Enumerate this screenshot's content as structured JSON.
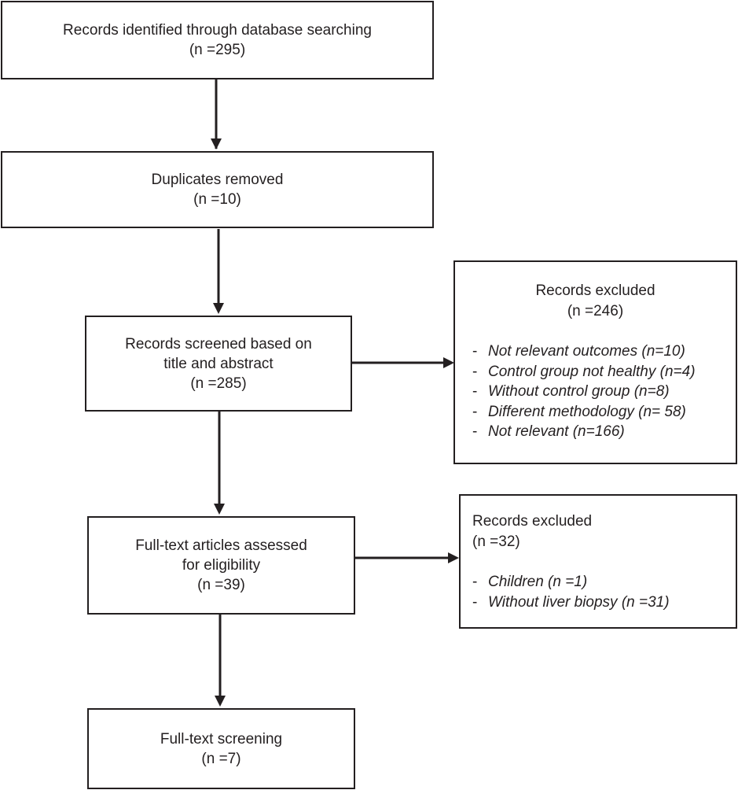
{
  "flow": {
    "identified": {
      "line1": "Records identified through database searching",
      "count": "(n =295)"
    },
    "duplicates": {
      "line1": "Duplicates removed",
      "count": "(n =10)"
    },
    "screened": {
      "line1": "Records screened based on",
      "line2": "title and abstract",
      "count": "(n =285)"
    },
    "fulltext": {
      "line1": "Full-text articles assessed",
      "line2": "for eligibility",
      "count": "(n =39)"
    },
    "final": {
      "line1": "Full-text screening",
      "count": "(n =7)"
    }
  },
  "excluded_screen": {
    "title": "Records excluded",
    "count": "(n =246)",
    "bullet": "-",
    "reasons": [
      "Not relevant outcomes (n=10)",
      "Control group not healthy (n=4)",
      "Without control group (n=8)",
      "Different methodology (n= 58)",
      "Not relevant (n=166)"
    ]
  },
  "excluded_fulltext": {
    "title": "Records excluded",
    "count": "(n =32)",
    "bullet": "-",
    "reasons": [
      "Children (n =1)",
      "Without liver biopsy (n =31)"
    ]
  }
}
